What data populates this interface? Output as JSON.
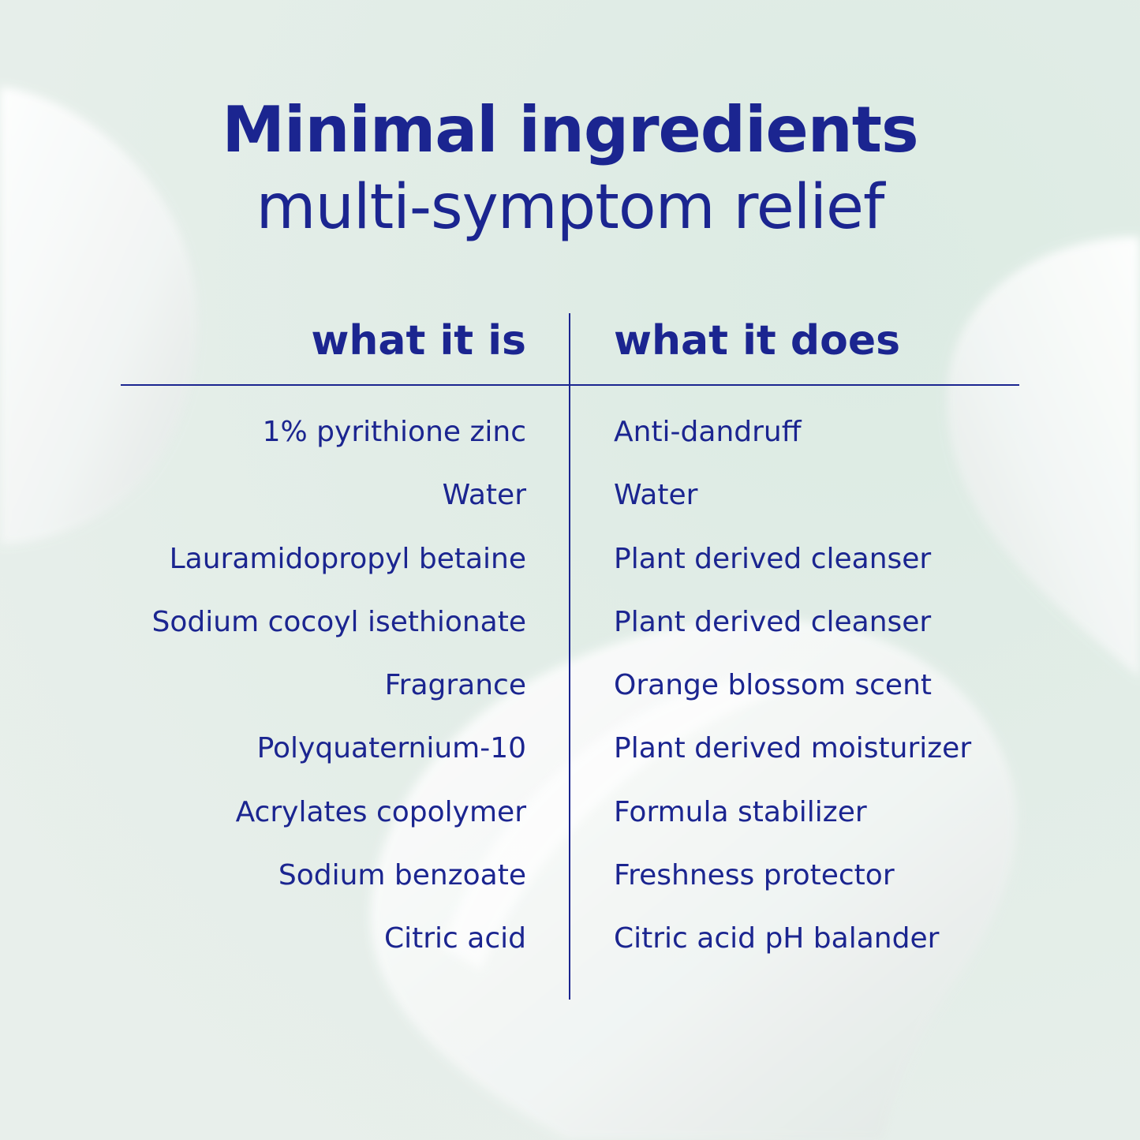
{
  "colors": {
    "accent": "#1b2590",
    "background": "#e4ece8",
    "cream": "#f7f9f8"
  },
  "header": {
    "title_bold": "Minimal ingredients",
    "title_light": "multi-symptom relief"
  },
  "table": {
    "col_left_header": "what it is",
    "col_right_header": "what it does",
    "rows": [
      {
        "ingredient": "1% pyrithione zinc",
        "function": "Anti-dandruff"
      },
      {
        "ingredient": "Water",
        "function": "Water"
      },
      {
        "ingredient": "Lauramidopropyl betaine",
        "function": "Plant derived cleanser"
      },
      {
        "ingredient": "Sodium cocoyl isethionate",
        "function": "Plant derived cleanser"
      },
      {
        "ingredient": "Fragrance",
        "function": "Orange blossom scent"
      },
      {
        "ingredient": "Polyquaternium-10",
        "function": "Plant derived moisturizer"
      },
      {
        "ingredient": "Acrylates copolymer",
        "function": "Formula stabilizer"
      },
      {
        "ingredient": "Sodium benzoate",
        "function": "Freshness protector"
      },
      {
        "ingredient": "Citric acid",
        "function": "Citric acid pH balander"
      }
    ]
  }
}
